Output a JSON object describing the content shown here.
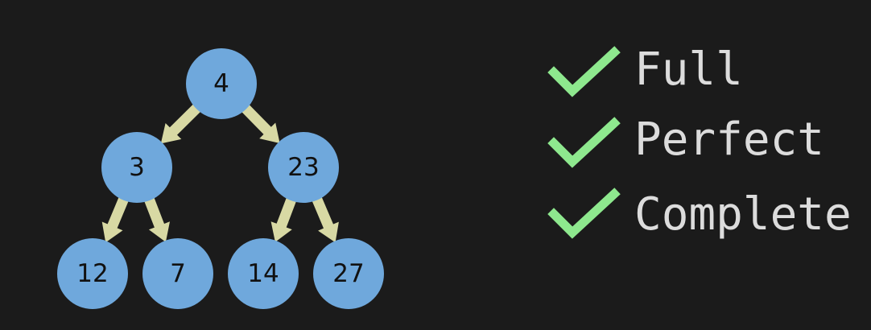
{
  "tree": {
    "nodes": [
      {
        "id": "n0",
        "value": "4"
      },
      {
        "id": "n1",
        "value": "3"
      },
      {
        "id": "n2",
        "value": "23"
      },
      {
        "id": "n3",
        "value": "12"
      },
      {
        "id": "n4",
        "value": "7"
      },
      {
        "id": "n5",
        "value": "14"
      },
      {
        "id": "n6",
        "value": "27"
      }
    ],
    "edges": [
      [
        "n0",
        "n1"
      ],
      [
        "n0",
        "n2"
      ],
      [
        "n1",
        "n3"
      ],
      [
        "n1",
        "n4"
      ],
      [
        "n2",
        "n5"
      ],
      [
        "n2",
        "n6"
      ]
    ],
    "node_color": "#6fa8dc",
    "edge_color": "#d8d9a4"
  },
  "checklist": {
    "check_color": "#8ee88e",
    "items": [
      {
        "label": "Full",
        "icon": "checkmark-icon"
      },
      {
        "label": "Perfect",
        "icon": "checkmark-icon"
      },
      {
        "label": "Complete",
        "icon": "checkmark-icon"
      }
    ]
  }
}
